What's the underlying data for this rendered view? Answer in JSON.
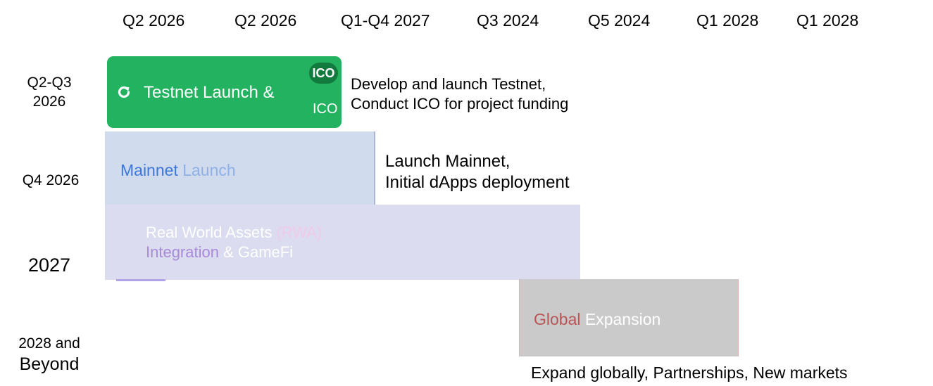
{
  "chart_data": {
    "type": "gantt",
    "column_headers": [
      "Q2 2026",
      "Q2 2026",
      "Q1-Q4 2027",
      "Q3 2024",
      "Q5 2024",
      "Q1 2028",
      "Q1 2028"
    ],
    "row_labels": [
      {
        "line1": "Q2-Q3",
        "line2": "2026"
      },
      {
        "line1": "Q4 2026",
        "line2": ""
      },
      {
        "line1": "2027",
        "line2": ""
      },
      {
        "line1": "2028 and",
        "line2": "Beyond"
      }
    ],
    "tasks": [
      {
        "label_part1": "Testnet Launch",
        "label_part2": "&",
        "label_part3": "ICO",
        "badge": "ICO",
        "color": "#23b360",
        "description_line1": "Develop and launch Testnet,",
        "description_line2": "Conduct ICO for project funding"
      },
      {
        "label_part1": "Mainnet",
        "label_part2": "Launch",
        "color": "#d1dbee",
        "description_line1": "Launch Mainnet,",
        "description_line2": "Initial dApps deployment"
      },
      {
        "label_part1": "Real World Assets",
        "label_part2": "(RWA)",
        "label_part3": "Integration",
        "label_part4": "& GameFi",
        "color": "#dbdcef"
      },
      {
        "label_part1": "Global",
        "label_part2": "Expansion",
        "color": "#cacaca",
        "description_line1": "Expand globally, Partnerships, New markets"
      }
    ]
  }
}
